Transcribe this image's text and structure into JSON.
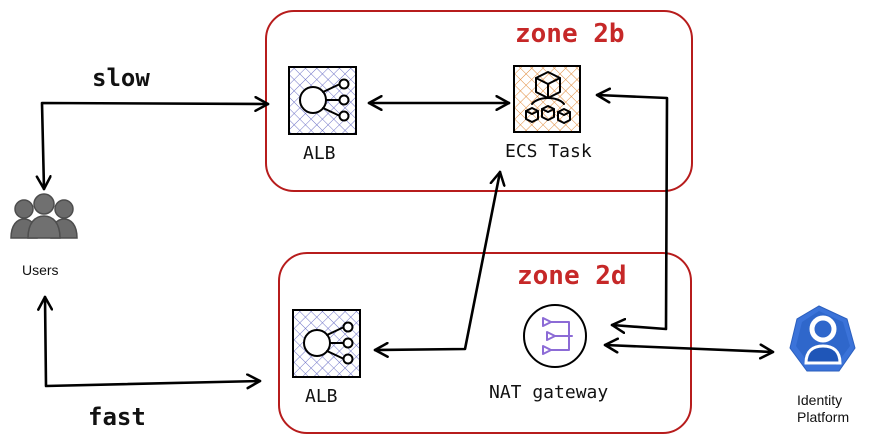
{
  "zones": {
    "top": {
      "title": "zone 2b"
    },
    "bottom": {
      "title": "zone 2d"
    }
  },
  "nodes": {
    "alb_top": "ALB",
    "ecs_task": "ECS Task",
    "alb_bottom": "ALB",
    "nat_gateway": "NAT gateway",
    "users": "Users",
    "identity_platform": {
      "line1": "Identity",
      "line2": "Platform"
    }
  },
  "edges": {
    "slow": "slow",
    "fast": "fast"
  },
  "colors": {
    "zone": "#b71c1c",
    "alb_hatch": "#6e72c7",
    "ecs_hatch": "#e08a3a",
    "nat": "#8c6bd6",
    "identity_outer": "#3b73d9",
    "identity_inner": "#1f56b8",
    "users": "#6b6b6b"
  },
  "icons": {
    "users": "users-icon",
    "alb_top": "alb-icon",
    "alb_bottom": "alb-icon",
    "ecs_task": "ecs-task-icon",
    "nat_gateway": "nat-gateway-icon",
    "identity_platform": "identity-platform-icon"
  }
}
